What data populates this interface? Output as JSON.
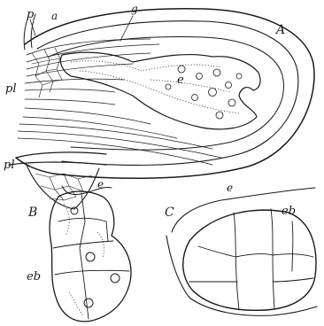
{
  "panels": {
    "A": {
      "letter": "A",
      "labels": {
        "p": "p",
        "a": "a",
        "g": "g",
        "e": "e",
        "pl_upper": "pl",
        "pl_lower": "pl"
      }
    },
    "B": {
      "letter": "B",
      "labels": {
        "e": "e",
        "eb": "eb"
      }
    },
    "C": {
      "letter": "C",
      "labels": {
        "e": "e",
        "eb": "eb"
      }
    }
  }
}
